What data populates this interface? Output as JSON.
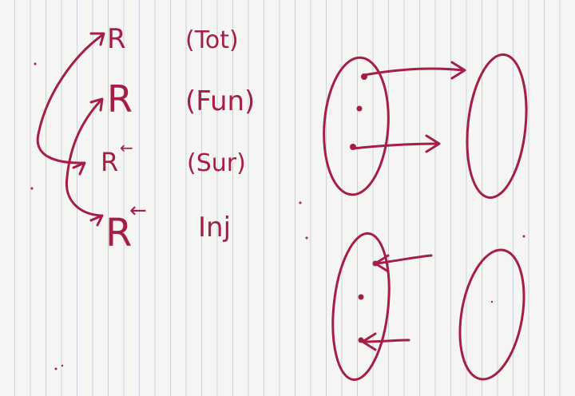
{
  "ink_color": "#a51e47",
  "relations": [
    {
      "symbol": "R",
      "superscript": "",
      "property": "(Tot)"
    },
    {
      "symbol": "R",
      "superscript": "",
      "property": "(Fun)"
    },
    {
      "symbol": "R",
      "superscript": "←",
      "property": "(Sur)"
    },
    {
      "symbol": "R",
      "superscript": "←",
      "property": "Inj"
    }
  ]
}
